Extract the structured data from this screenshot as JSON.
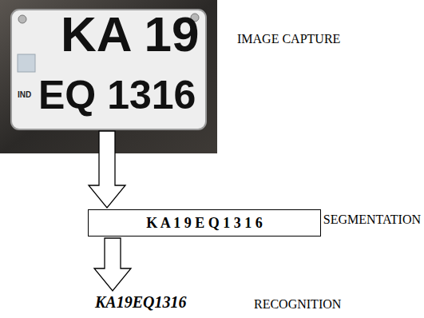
{
  "diagram": {
    "nodes": [
      {
        "text": [
          "KA 19",
          "IND",
          "EQ 1316"
        ]
      },
      {
        "text": [
          "K A 1 9 E Q 1 3 1 6"
        ]
      },
      {
        "text": [
          "KA19EQ1316"
        ]
      }
    ],
    "edges": [
      {
        "from": 0,
        "to": 1,
        "arrow": "to"
      },
      {
        "from": 1,
        "to": 2,
        "arrow": "to"
      }
    ],
    "labels": [
      "IMAGE CAPTURE",
      "SEGMENTATION",
      "RECOGNITION"
    ]
  }
}
